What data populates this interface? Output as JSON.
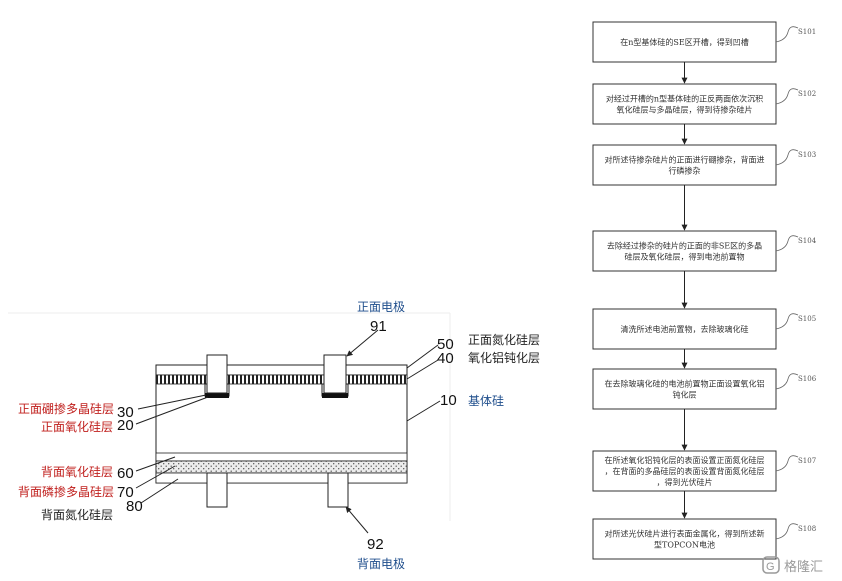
{
  "colors": {
    "blue": "#1f4e8c",
    "red": "#c0201e",
    "dark": "#222222",
    "line": "#333333"
  },
  "cross_section": {
    "labels": {
      "front_electrode": "正面电极",
      "front_sin": "正面氮化硅层",
      "alox": "氧化铝钝化层",
      "substrate": "基体硅",
      "front_boron_poly": "正面硼掺多晶硅层",
      "front_sio2": "正面氧化硅层",
      "back_sio2": "背面氧化硅层",
      "back_phos_poly": "背面磷掺多晶硅层",
      "back_sin": "背面氮化硅层",
      "back_electrode": "背面电极"
    },
    "numbers": {
      "front_electrode": "91",
      "front_sin": "50",
      "alox": "40",
      "substrate": "10",
      "front_boron_poly": "30",
      "front_sio2": "20",
      "back_sio2": "60",
      "back_phos_poly": "70",
      "back_sin": "80",
      "back_electrode": "92"
    }
  },
  "flowchart": {
    "steps": [
      {
        "id": "S101",
        "lines": [
          "在n型基体硅的SE区开槽，得到凹槽"
        ]
      },
      {
        "id": "S102",
        "lines": [
          "对经过开槽的n型基体硅的正反两面依次沉积",
          "氧化硅层与多晶硅层，得到待掺杂硅片"
        ]
      },
      {
        "id": "S103",
        "lines": [
          "对所述待掺杂硅片的正面进行硼掺杂，背面进",
          "行磷掺杂"
        ]
      },
      {
        "id": "S104",
        "lines": [
          "去除经过掺杂的硅片的正面的非SE区的多晶",
          "硅层及氧化硅层，得到电池前置物"
        ]
      },
      {
        "id": "S105",
        "lines": [
          "清洗所述电池前置物，去除玻璃化硅"
        ]
      },
      {
        "id": "S106",
        "lines": [
          "在去除玻璃化硅的电池前置物正面设置氧化铝",
          "钝化层"
        ]
      },
      {
        "id": "S107",
        "lines": [
          "在所述氧化铝钝化层的表面设置正面氮化硅层",
          "，在背面的多晶硅层的表面设置背面氮化硅层",
          "，得到光伏硅片"
        ]
      },
      {
        "id": "S108",
        "lines": [
          "对所述光伏硅片进行表面金属化，得到所述新",
          "型TOPCON电池"
        ]
      }
    ]
  },
  "watermark": {
    "icon": "g-logo-icon",
    "text": "格隆汇"
  }
}
